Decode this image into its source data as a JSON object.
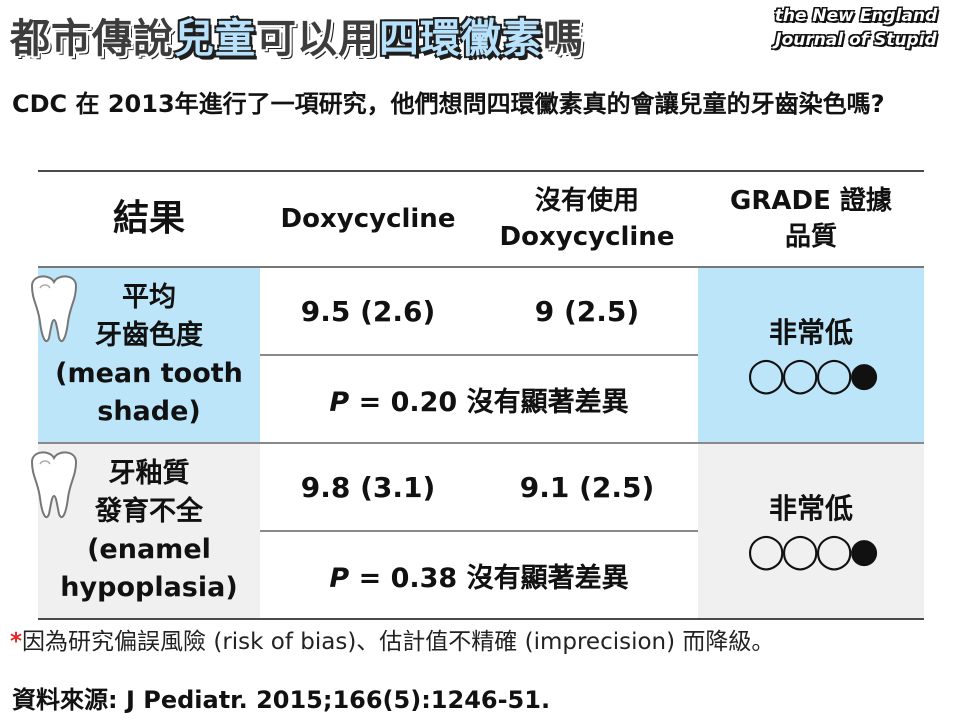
{
  "title": {
    "part1": "都市傳說",
    "part2": "兒童",
    "part3": "可以用",
    "part4": "四環黴素",
    "part5": "嗎"
  },
  "logo": {
    "line1": "the New England",
    "line2": "Journal of Stupid"
  },
  "question": "CDC 在 2013年進行了一項研究，他們想問四環黴素真的會讓兒童的牙齒染色嗎?",
  "table": {
    "headers": {
      "result": "結果",
      "doxy": "Doxycycline",
      "no_doxy_line1": "沒有使用",
      "no_doxy_line2": "Doxycycline",
      "grade_line1": "GRADE 證據",
      "grade_line2": "品質"
    },
    "rows": [
      {
        "outcome_line1": "平均",
        "outcome_line2": "牙齒色度",
        "outcome_line3": "(mean tooth",
        "outcome_line4": "shade)",
        "doxy": "9.5 (2.6)",
        "no_doxy": "9 (2.5)",
        "p_label": "P",
        "p_text": " = 0.20 沒有顯著差異",
        "grade": "非常低",
        "grade_symbols": "◯◯◯●"
      },
      {
        "outcome_line1": "牙釉質",
        "outcome_line2": "發育不全",
        "outcome_line3": "(enamel",
        "outcome_line4": "hypoplasia)",
        "doxy": "9.8 (3.1)",
        "no_doxy": "9.1 (2.5)",
        "p_label": "P",
        "p_text": " = 0.38 沒有顯著差異",
        "grade": "非常低",
        "grade_symbols": "◯◯◯●"
      }
    ]
  },
  "icons": [
    "tooth-icon"
  ],
  "colors": {
    "highlight_blue": "#bde5fa",
    "row_gray": "#f0f0f0",
    "asterisk_red": "#e52525"
  },
  "footnote": {
    "asterisk": "*",
    "text": "因為研究偏誤風險 (risk of bias)、估計值不精確 (imprecision) 而降級。"
  },
  "source": "資料來源: J Pediatr. 2015;166(5):1246-51."
}
